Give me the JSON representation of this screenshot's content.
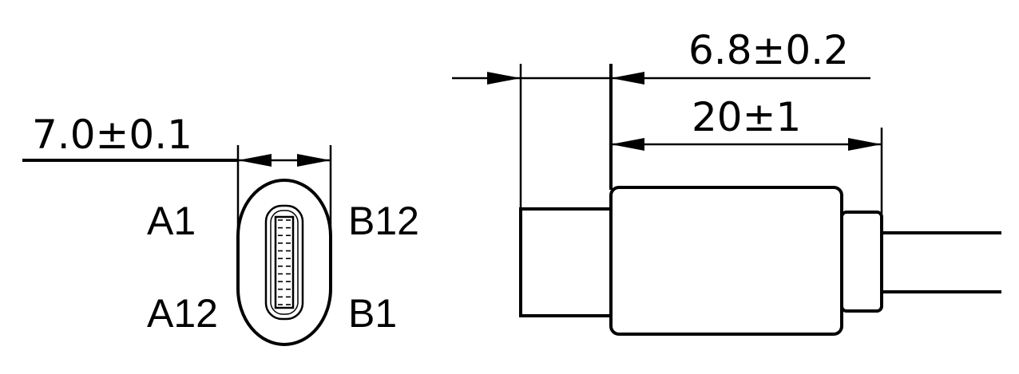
{
  "dimensions": {
    "connector_width": "7.0±0.1",
    "plug_length": "6.8±0.2",
    "overmold_length": "20±1"
  },
  "pins": {
    "top_left": "A1",
    "bottom_left": "A12",
    "top_right": "B12",
    "bottom_right": "B1"
  }
}
